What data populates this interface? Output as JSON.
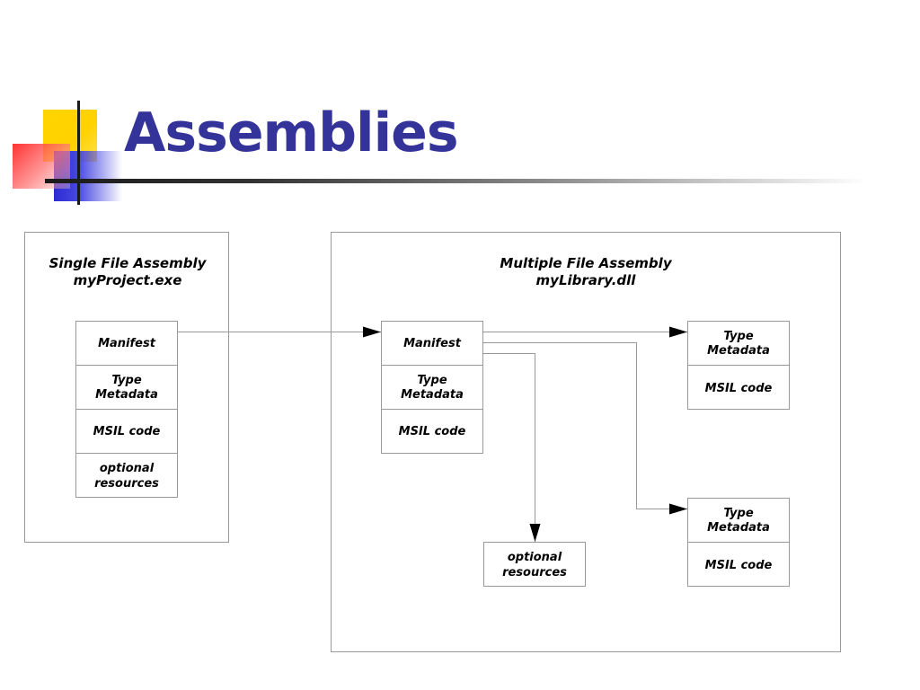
{
  "slide": {
    "title": "Assemblies"
  },
  "single_assembly": {
    "title_line1": "Single File Assembly",
    "title_line2": "myProject.exe",
    "cells": {
      "manifest": "Manifest",
      "type_line1": "Type",
      "type_line2": "Metadata",
      "msil": "MSIL code",
      "resources_line1": "optional",
      "resources_line2": "resources"
    }
  },
  "multiple_assembly": {
    "title_line1": "Multiple File Assembly",
    "title_line2": "myLibrary.dll",
    "main_cells": {
      "manifest": "Manifest",
      "type_line1": "Type",
      "type_line2": "Metadata",
      "msil": "MSIL code"
    },
    "module_top": {
      "type_line1": "Type",
      "type_line2": "Metadata",
      "msil": "MSIL code"
    },
    "module_bottom": {
      "type_line1": "Type",
      "type_line2": "Metadata",
      "msil": "MSIL code"
    },
    "resources": {
      "line1": "optional",
      "line2": "resources"
    }
  },
  "colors": {
    "title": "#333399",
    "line": "#999999",
    "arrow": "#000000"
  }
}
